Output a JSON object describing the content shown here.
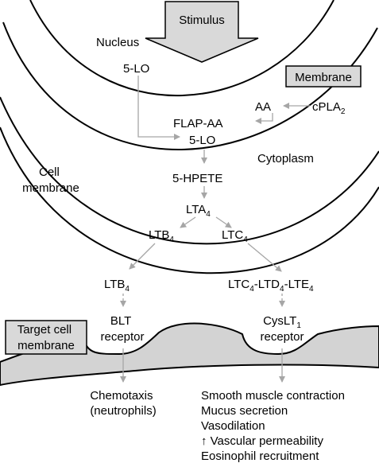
{
  "stimulus": "Stimulus",
  "nucleus": "Nucleus",
  "membrane": "Membrane",
  "five_lo_nucleus": "5-LO",
  "aa": "AA",
  "cpla2": {
    "base": "cPLA",
    "sub": "2"
  },
  "flap_aa": "FLAP-AA",
  "five_lo": "5-LO",
  "cytoplasm": "Cytoplasm",
  "cell_membrane": [
    "Cell",
    "membrane"
  ],
  "five_hpete": "5-HPETE",
  "lta4": {
    "base": "LTA",
    "sub": "4"
  },
  "ltb4_inner": {
    "base": "LTB",
    "sub": "4"
  },
  "ltc4_inner": {
    "base": "LTC",
    "sub": "4"
  },
  "ltb4_outer": {
    "base": "LTB",
    "sub": "4"
  },
  "cysteinyl_chain": [
    {
      "base": "LTC",
      "sub": "4"
    },
    {
      "base": "-LTD",
      "sub": "4"
    },
    {
      "base": "-LTE",
      "sub": "4"
    }
  ],
  "target_cell_membrane": [
    "Target cell",
    "membrane"
  ],
  "blt_receptor": [
    "BLT",
    "receptor"
  ],
  "cyslt1_receptor": {
    "line1_base": "CysLT",
    "line1_sub": "1",
    "line2": "receptor"
  },
  "blt_effects": [
    "Chemotaxis",
    "(neutrophils)"
  ],
  "cyslt_effects": [
    "Smooth muscle contraction",
    "Mucus secretion",
    "Vasodilation",
    "↑ Vascular permeability",
    "Eosinophil recruitment"
  ],
  "colors": {
    "arrow_gray": "#a6a6a6",
    "box_fill": "#d9d9d9",
    "cell_fill": "#d3d3d3",
    "line": "#000000"
  }
}
